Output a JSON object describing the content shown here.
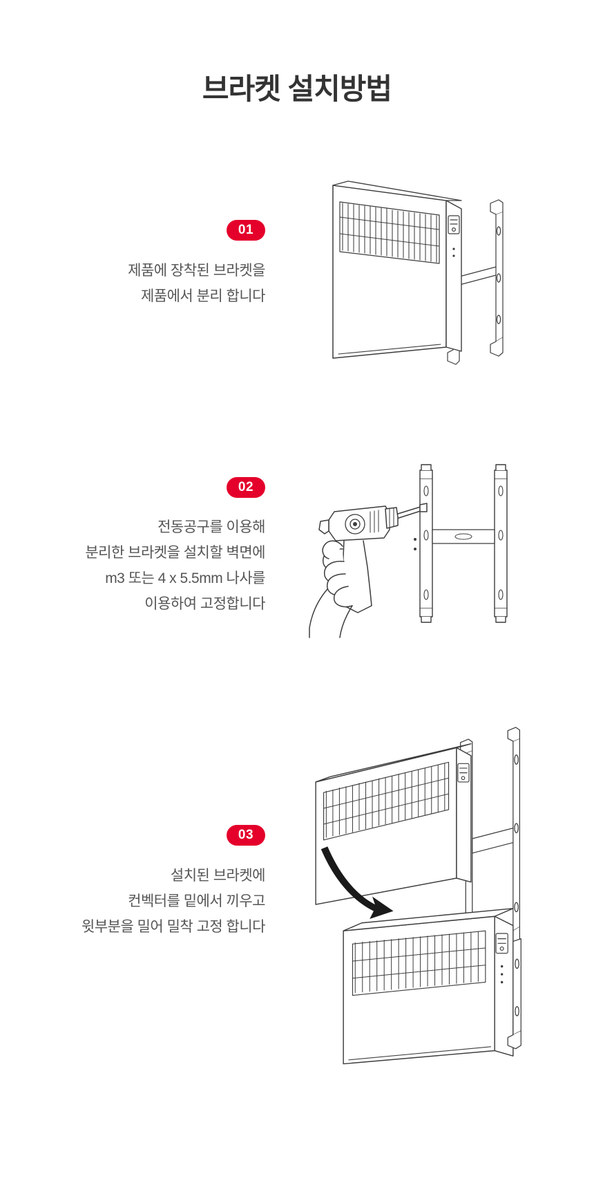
{
  "document": {
    "title": "브라켓 설치방법",
    "language": "ko",
    "background_color": "#ffffff",
    "accent_color": "#E4002B",
    "title_color": "#333333",
    "caption_color": "#666666"
  },
  "steps": [
    {
      "badge": "01",
      "lines": [
        "제품에 장착된 브라켓을",
        "제품에서 분리 합니다"
      ],
      "illustration": "convector-heater-with-detached-bracket"
    },
    {
      "badge": "02",
      "lines": [
        "전동공구를 이용해",
        "분리한 브라켓을 설치할 벽면에",
        "m3 또는 4 x 5.5mm 나사를",
        "이용하여 고정합니다"
      ],
      "illustration": "hand-holding-power-drill-with-wall-bracket"
    },
    {
      "badge": "03",
      "lines": [
        "설치된 브라켓에",
        "컨벡터를 밑에서 끼우고",
        "윗부분을 밀어 밀착 고정 합니다"
      ],
      "illustration": "convector-mounting-onto-wall-bracket-with-arrow"
    }
  ]
}
